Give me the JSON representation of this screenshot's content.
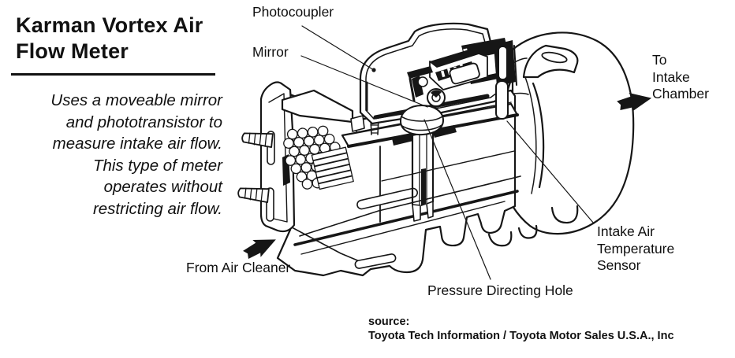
{
  "colors": {
    "ink": "#161616",
    "background": "#ffffff"
  },
  "title": {
    "line1": "Karman Vortex Air",
    "line2": "Flow Meter"
  },
  "description": {
    "lines": [
      "Uses a moveable mirror",
      "and phototransistor to",
      "measure intake air flow.",
      "This type of meter",
      "operates without",
      "restricting air flow."
    ]
  },
  "callouts": {
    "photocoupler": "Photocoupler",
    "mirror": "Mirror",
    "to_intake_chamber": {
      "lines": [
        "To",
        "Intake",
        "Chamber"
      ]
    },
    "from_air_cleaner": "From Air Cleaner",
    "intake_air_temperature_sensor": {
      "lines": [
        "Intake Air",
        "Temperature",
        "Sensor"
      ]
    },
    "pressure_directing_hole": "Pressure Directing Hole"
  },
  "source": {
    "label": "source:",
    "attribution": "Toyota Tech Information / Toyota Motor Sales U.S.A., Inc"
  },
  "icons": {
    "left_flow_arrow": "solid-flow-arrow-up-right",
    "right_flow_arrow": "solid-flow-arrow-right"
  }
}
